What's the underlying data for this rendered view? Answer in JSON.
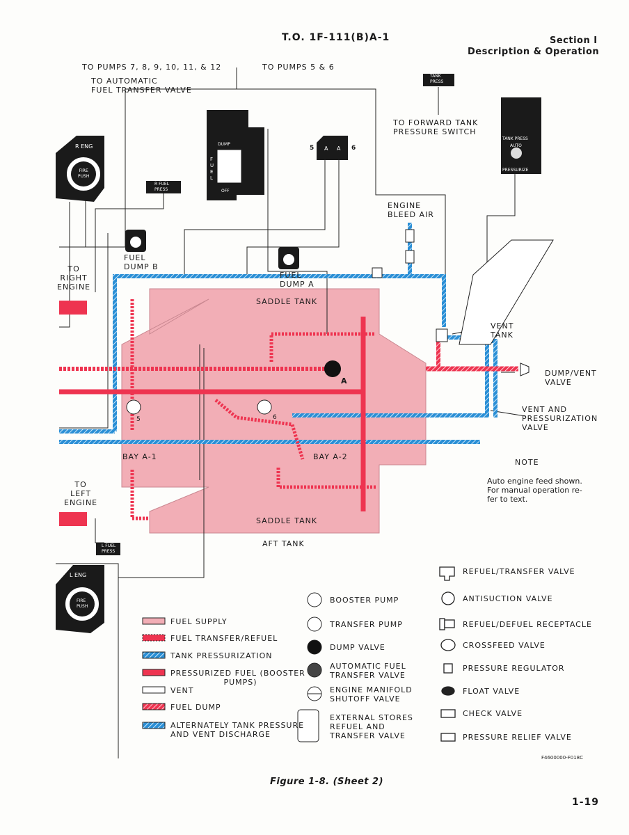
{
  "header": {
    "doc_number": "T.O. 1F-111(B)A-1",
    "section": "Section I",
    "section_title": "Description & Operation"
  },
  "labels": {
    "to_pumps_7_12": "TO PUMPS 7, 8, 9, 10, 11, & 12",
    "to_pumps_5_6": "TO PUMPS 5 & 6",
    "to_auto_fuel_transfer": "TO AUTOMATIC\nFUEL TRANSFER VALVE",
    "tank_press_light": "TANK\nPRESS",
    "to_forward_tank": "TO FORWARD TANK\nPRESSURE SWITCH",
    "r_eng": "R ENG",
    "fire_push": "FIRE\nPUSH",
    "l_eng": "L ENG",
    "r_fuel_press": "R FUEL\nPRESS",
    "l_fuel_press": "L FUEL\nPRESS",
    "dump": "DUMP",
    "fuel_vertical": "F\nU\nE\nL",
    "off": "OFF",
    "pump_5": "5",
    "pump_6": "6",
    "pump_switch": "A",
    "tank_press_panel": "TANK PRESS",
    "auto": "AUTO",
    "pressurize": "PRESSURIZE",
    "engine_bleed_air": "ENGINE\nBLEED AIR",
    "fuel_dump_b": "FUEL\nDUMP B",
    "fuel_dump_a": "FUEL\nDUMP A",
    "to_right_engine": "TO\nRIGHT\nENGINE",
    "to_left_engine": "TO\nLEFT\nENGINE",
    "saddle_tank_top": "SADDLE TANK",
    "saddle_tank_bottom": "SADDLE TANK",
    "bay_a1": "BAY A-1",
    "bay_a2": "BAY A-2",
    "aft_tank": "AFT TANK",
    "valve_a": "A",
    "booster_5": "5",
    "booster_6": "6",
    "vent_tank": "VENT\nTANK",
    "dump_vent_valve": "DUMP/VENT\nVALVE",
    "vent_press_valve": "VENT AND\nPRESSURIZATION\nVALVE",
    "note_title": "NOTE",
    "note_text": "Auto engine feed shown.\nFor manual operation re-\nfer to text."
  },
  "legend_lines": [
    {
      "label": "FUEL SUPPLY",
      "style": "supply"
    },
    {
      "label": "FUEL TRANSFER/REFUEL",
      "style": "transfer"
    },
    {
      "label": "TANK PRESSURIZATION",
      "style": "press"
    },
    {
      "label": "PRESSURIZED FUEL (BOOSTER\n                 PUMPS)",
      "style": "pressfuel"
    },
    {
      "label": "VENT",
      "style": "vent"
    },
    {
      "label": "FUEL DUMP",
      "style": "dump"
    },
    {
      "label": "ALTERNATELY TANK PRESSURE\nAND VENT DISCHARGE",
      "style": "alt"
    }
  ],
  "legend_symbols_mid": [
    {
      "label": "BOOSTER PUMP",
      "icon": "booster-pump-icon"
    },
    {
      "label": "TRANSFER PUMP",
      "icon": "transfer-pump-icon"
    },
    {
      "label": "DUMP VALVE",
      "icon": "dump-valve-icon"
    },
    {
      "label": "AUTOMATIC FUEL\nTRANSFER VALVE",
      "icon": "auto-transfer-valve-icon"
    },
    {
      "label": "ENGINE MANIFOLD\nSHUTOFF VALVE",
      "icon": "manifold-shutoff-icon"
    },
    {
      "label": "EXTERNAL STORES\nREFUEL AND\nTRANSFER VALVE",
      "icon": "external-stores-valve-icon"
    }
  ],
  "legend_symbols_right": [
    {
      "label": "REFUEL/TRANSFER VALVE",
      "icon": "refuel-transfer-valve-icon"
    },
    {
      "label": "ANTISUCTION VALVE",
      "icon": "antisuction-valve-icon"
    },
    {
      "label": "REFUEL/DEFUEL RECEPTACLE",
      "icon": "receptacle-icon"
    },
    {
      "label": "CROSSFEED VALVE",
      "icon": "crossfeed-valve-icon"
    },
    {
      "label": "PRESSURE REGULATOR",
      "icon": "pressure-regulator-icon"
    },
    {
      "label": "FLOAT VALVE",
      "icon": "float-valve-icon"
    },
    {
      "label": "CHECK VALVE",
      "icon": "check-valve-icon"
    },
    {
      "label": "PRESSURE RELIEF VALVE",
      "icon": "pressure-relief-valve-icon"
    }
  ],
  "figure_id": "F4600000-F018C",
  "caption": "Figure 1-8. (Sheet 2)",
  "page_number": "1-19",
  "colors": {
    "tank_fill": "#f2aeb6",
    "fuel_red": "#ee3450",
    "press_blue": "#2a8fd6",
    "ink": "#1a1a1a"
  }
}
